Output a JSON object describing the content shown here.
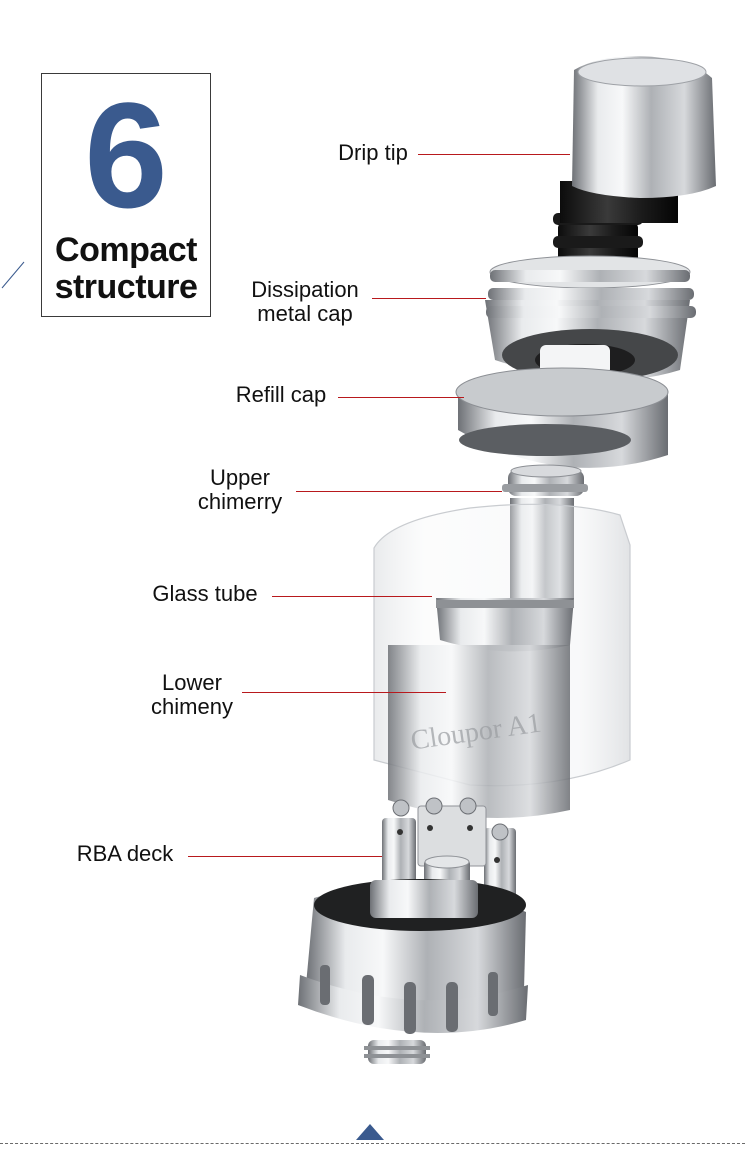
{
  "badge": {
    "number": "6",
    "title_line1": "Compact",
    "title_line2": "structure"
  },
  "parts": [
    {
      "id": "drip-tip",
      "line1": "Drip tip",
      "line2": ""
    },
    {
      "id": "dissipation-cap",
      "line1": "Dissipation",
      "line2": "metal cap"
    },
    {
      "id": "refill-cap",
      "line1": "Refill cap",
      "line2": ""
    },
    {
      "id": "upper-chimney",
      "line1": "Upper",
      "line2": "chimerry"
    },
    {
      "id": "glass-tube",
      "line1": "Glass tube",
      "line2": ""
    },
    {
      "id": "lower-chimney",
      "line1": "Lower",
      "line2": "chimeny"
    },
    {
      "id": "rba-deck",
      "line1": "RBA deck",
      "line2": ""
    }
  ],
  "tube_engraving": "Cloupor A1",
  "colors": {
    "accent_blue": "#3a5a8e",
    "leader_red": "#b8191d",
    "metal": "#b9bcc0"
  }
}
